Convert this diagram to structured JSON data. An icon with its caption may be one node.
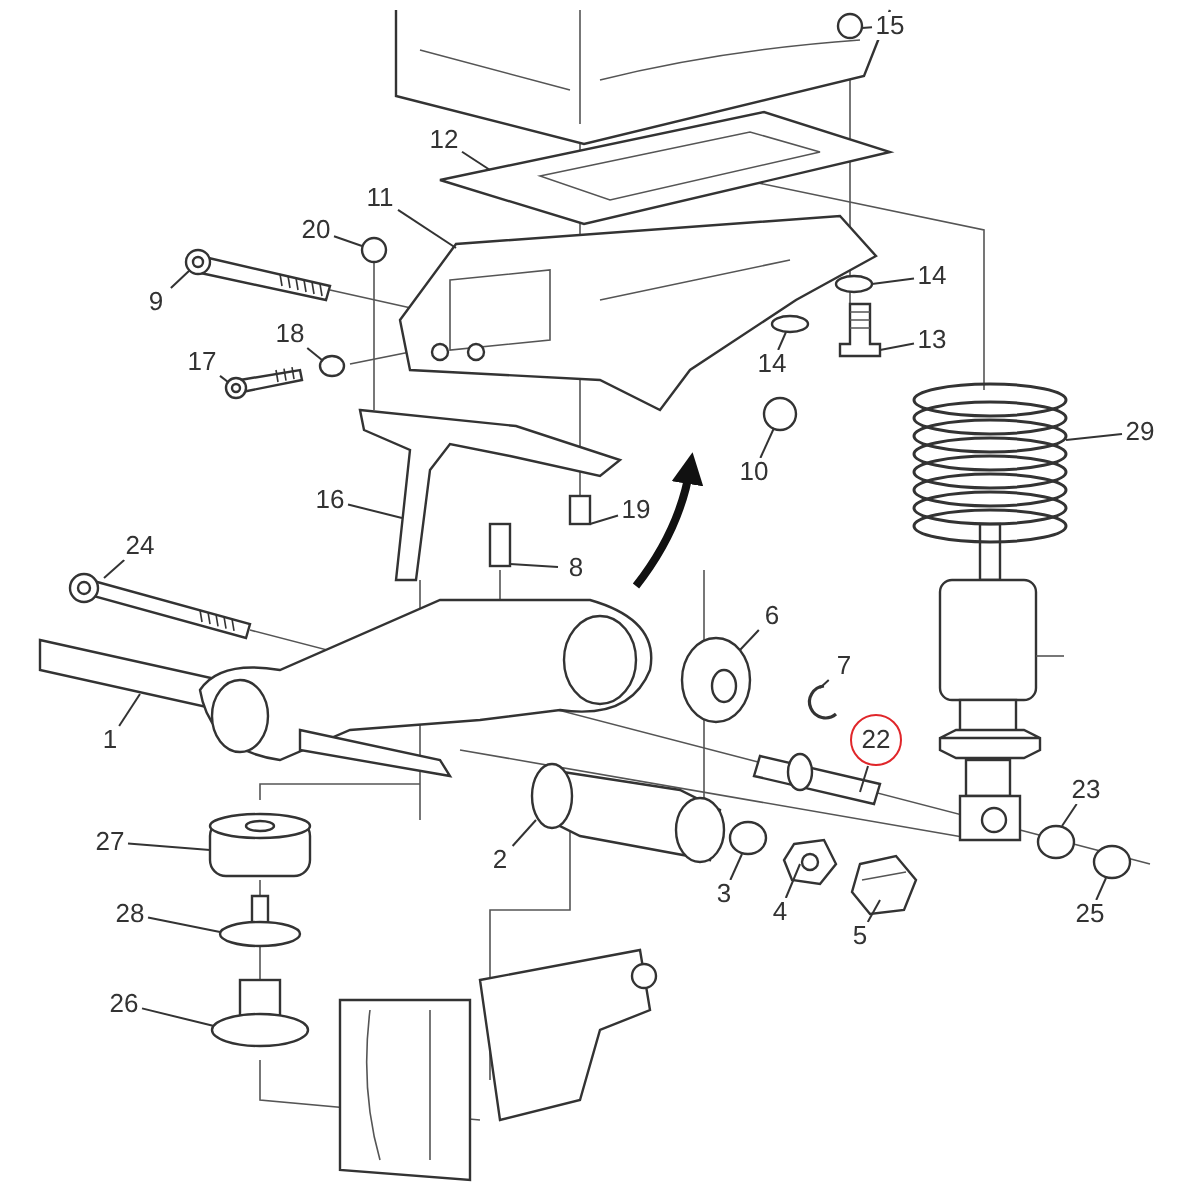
{
  "diagram": {
    "nodes": [
      {
        "text": [
          "15"
        ]
      },
      {
        "text": [
          "12"
        ]
      },
      {
        "text": [
          "11"
        ]
      },
      {
        "text": [
          "20"
        ]
      },
      {
        "text": [
          "9"
        ]
      },
      {
        "text": [
          "14"
        ]
      },
      {
        "text": [
          "13"
        ]
      },
      {
        "text": [
          "18"
        ]
      },
      {
        "text": [
          "17"
        ]
      },
      {
        "text": [
          "14"
        ]
      },
      {
        "text": [
          "10"
        ]
      },
      {
        "text": [
          "29"
        ]
      },
      {
        "text": [
          "16"
        ]
      },
      {
        "text": [
          "19"
        ]
      },
      {
        "text": [
          "24"
        ]
      },
      {
        "text": [
          "8"
        ]
      },
      {
        "text": [
          "6"
        ]
      },
      {
        "text": [
          "7"
        ]
      },
      {
        "text": [
          "22"
        ]
      },
      {
        "text": [
          "1"
        ]
      },
      {
        "text": [
          "23"
        ]
      },
      {
        "text": [
          "2"
        ]
      },
      {
        "text": [
          "27"
        ]
      },
      {
        "text": [
          "3"
        ]
      },
      {
        "text": [
          "4"
        ]
      },
      {
        "text": [
          "5"
        ]
      },
      {
        "text": [
          "25"
        ]
      },
      {
        "text": [
          "28"
        ]
      },
      {
        "text": [
          "26"
        ]
      },
      {
        "text": [],
        "shape": "circle"
      },
      {
        "text": [],
        "shape": "picture"
      },
      {
        "text": [],
        "shape": "picture"
      },
      {
        "text": [],
        "shape": "circle"
      },
      {
        "text": [],
        "shape": "picture"
      },
      {
        "text": [],
        "shape": "circle"
      },
      {
        "text": [],
        "shape": "picture"
      },
      {
        "text": [],
        "shape": "circle"
      },
      {
        "text": [],
        "shape": "picture"
      },
      {
        "text": [],
        "shape": "circle"
      },
      {
        "text": [],
        "shape": "circle"
      },
      {
        "text": [],
        "shape": "picture"
      },
      {
        "text": [],
        "shape": "picture"
      },
      {
        "text": [],
        "shape": "box"
      },
      {
        "text": [],
        "shape": "picture"
      },
      {
        "text": [],
        "shape": "box"
      },
      {
        "text": [],
        "shape": "picture"
      },
      {
        "text": [],
        "shape": "picture"
      },
      {
        "text": [],
        "shape": "picture"
      },
      {
        "text": [],
        "shape": "picture"
      },
      {
        "text": [],
        "shape": "circle"
      },
      {
        "text": [],
        "shape": "picture"
      },
      {
        "text": [],
        "shape": "picture"
      },
      {
        "text": [],
        "shape": "circle"
      },
      {
        "text": [],
        "shape": "picture"
      },
      {
        "text": [],
        "shape": "picture"
      },
      {
        "text": [],
        "shape": "circle"
      },
      {
        "text": [],
        "shape": "picture"
      },
      {
        "text": [],
        "shape": "picture"
      }
    ],
    "edges": [
      {
        "from": 0,
        "to": 29,
        "arrow": "none"
      },
      {
        "from": 1,
        "to": 30,
        "arrow": "none"
      },
      {
        "from": 2,
        "to": 31,
        "arrow": "none"
      },
      {
        "from": 3,
        "to": 32,
        "arrow": "none"
      },
      {
        "from": 4,
        "to": 33,
        "arrow": "none"
      },
      {
        "from": 5,
        "to": 34,
        "arrow": "none"
      },
      {
        "from": 6,
        "to": 35,
        "arrow": "none"
      },
      {
        "from": 7,
        "to": 36,
        "arrow": "none"
      },
      {
        "from": 8,
        "to": 37,
        "arrow": "none"
      },
      {
        "from": 9,
        "to": 38,
        "arrow": "none"
      },
      {
        "from": 10,
        "to": 39,
        "arrow": "none"
      },
      {
        "from": 11,
        "to": 40,
        "arrow": "none"
      },
      {
        "from": 12,
        "to": 41,
        "arrow": "none"
      },
      {
        "from": 13,
        "to": 42,
        "arrow": "none"
      },
      {
        "from": 14,
        "to": 43,
        "arrow": "none"
      },
      {
        "from": 15,
        "to": 44,
        "arrow": "none"
      },
      {
        "from": 16,
        "to": 45,
        "arrow": "none"
      },
      {
        "from": 17,
        "to": 46,
        "arrow": "none"
      },
      {
        "from": 18,
        "to": 47,
        "arrow": "none"
      },
      {
        "from": 19,
        "to": 48,
        "arrow": "none"
      },
      {
        "from": 20,
        "to": 49,
        "arrow": "none"
      },
      {
        "from": 21,
        "to": 50,
        "arrow": "none"
      },
      {
        "from": 22,
        "to": 51,
        "arrow": "none"
      },
      {
        "from": 23,
        "to": 52,
        "arrow": "none"
      },
      {
        "from": 24,
        "to": 53,
        "arrow": "none"
      },
      {
        "from": 25,
        "to": 54,
        "arrow": "none"
      },
      {
        "from": 26,
        "to": 55,
        "arrow": "none"
      },
      {
        "from": 27,
        "to": 56,
        "arrow": "none"
      },
      {
        "from": 28,
        "to": 57,
        "arrow": "none"
      }
    ]
  }
}
